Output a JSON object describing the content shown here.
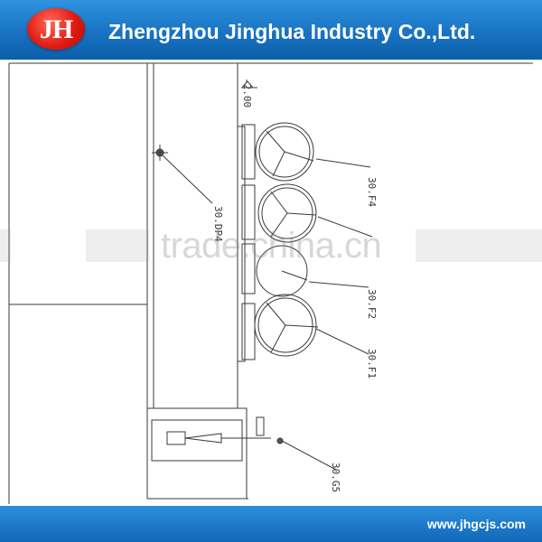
{
  "brand": {
    "logo_text": "JH",
    "company_name": "Zhengzhou Jinghua Industry Co.,Ltd.",
    "logo_color": "#e11b12",
    "header_color": "#1873c2"
  },
  "drawing": {
    "elevation_label": "-2.00",
    "callouts": [
      "30.F4",
      "30.DP4",
      "30.F2",
      "30.F1",
      "30.G5"
    ]
  },
  "watermark": {
    "text": "trade.china.cn"
  },
  "footer": {
    "website": "www.jhgcjs.com"
  }
}
